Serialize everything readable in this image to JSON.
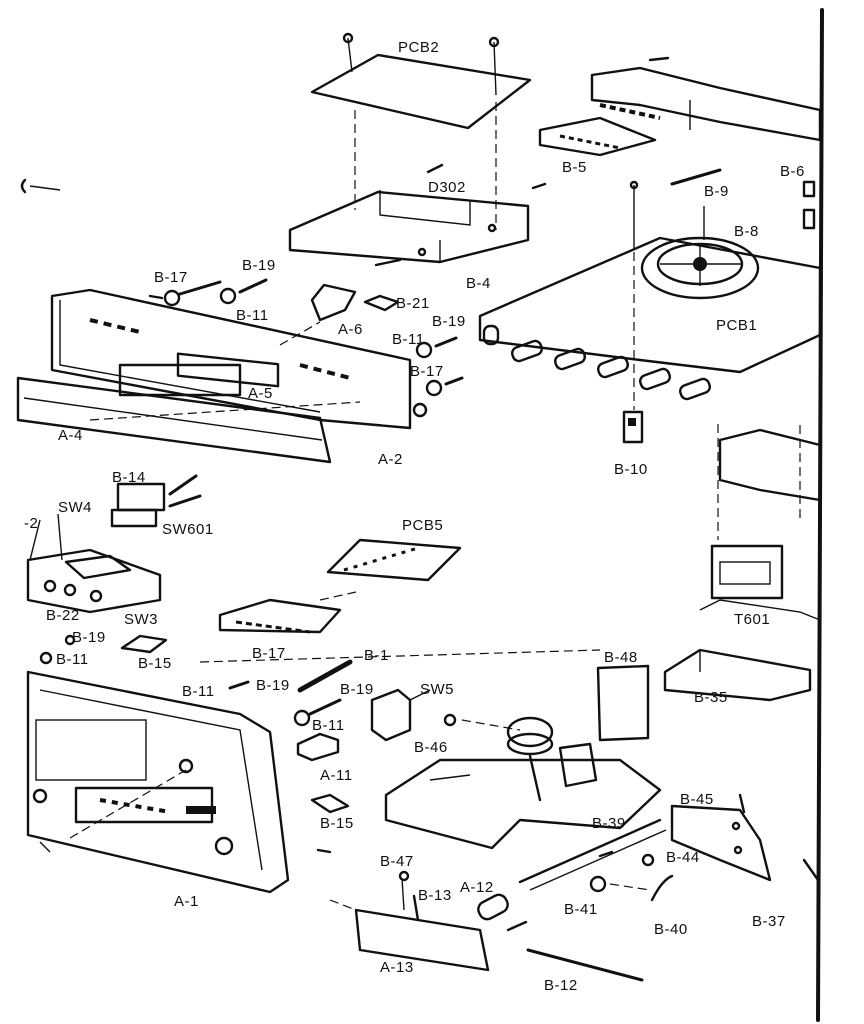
{
  "diagram": {
    "labels": [
      {
        "id": "pcb2",
        "text": "PCB2"
      },
      {
        "id": "b5",
        "text": "B-5"
      },
      {
        "id": "b6",
        "text": "B-6"
      },
      {
        "id": "d302",
        "text": "D302"
      },
      {
        "id": "b9",
        "text": "B-9"
      },
      {
        "id": "b8",
        "text": "B-8"
      },
      {
        "id": "b4",
        "text": "B-4"
      },
      {
        "id": "b17a",
        "text": "B-17"
      },
      {
        "id": "b19a",
        "text": "B-19"
      },
      {
        "id": "b21",
        "text": "B-21"
      },
      {
        "id": "b11a",
        "text": "B-11"
      },
      {
        "id": "a6",
        "text": "A-6"
      },
      {
        "id": "b19b",
        "text": "B-19"
      },
      {
        "id": "pcb1",
        "text": "PCB1"
      },
      {
        "id": "b11b",
        "text": "B-11"
      },
      {
        "id": "b17b",
        "text": "B-17"
      },
      {
        "id": "a5",
        "text": "A-5"
      },
      {
        "id": "a4",
        "text": "A-4"
      },
      {
        "id": "a2",
        "text": "A-2"
      },
      {
        "id": "b10",
        "text": "B-10"
      },
      {
        "id": "b14",
        "text": "B-14"
      },
      {
        "id": "sw4",
        "text": "SW4"
      },
      {
        "id": "sw601",
        "text": "SW601"
      },
      {
        "id": "m2",
        "text": "-2"
      },
      {
        "id": "pcb5",
        "text": "PCB5"
      },
      {
        "id": "b22",
        "text": "B-22"
      },
      {
        "id": "sw3",
        "text": "SW3"
      },
      {
        "id": "b19c",
        "text": "B-19"
      },
      {
        "id": "b11c",
        "text": "B-11"
      },
      {
        "id": "b15a",
        "text": "B-15"
      },
      {
        "id": "b17c",
        "text": "B-17"
      },
      {
        "id": "t601",
        "text": "T601"
      },
      {
        "id": "b1",
        "text": "B-1"
      },
      {
        "id": "b48",
        "text": "B-48"
      },
      {
        "id": "b11d",
        "text": "B-11"
      },
      {
        "id": "b19d",
        "text": "B-19"
      },
      {
        "id": "b19e",
        "text": "B-19"
      },
      {
        "id": "sw5",
        "text": "SW5"
      },
      {
        "id": "b35",
        "text": "B-35"
      },
      {
        "id": "b11e",
        "text": "B-11"
      },
      {
        "id": "b46",
        "text": "B-46"
      },
      {
        "id": "a11",
        "text": "A-11"
      },
      {
        "id": "b45",
        "text": "B-45"
      },
      {
        "id": "b39",
        "text": "B-39"
      },
      {
        "id": "b15b",
        "text": "B-15"
      },
      {
        "id": "b44",
        "text": "B-44"
      },
      {
        "id": "b47",
        "text": "B-47"
      },
      {
        "id": "a12",
        "text": "A-12"
      },
      {
        "id": "a1",
        "text": "A-1"
      },
      {
        "id": "b13",
        "text": "B-13"
      },
      {
        "id": "b41",
        "text": "B-41"
      },
      {
        "id": "b40",
        "text": "B-40"
      },
      {
        "id": "b37",
        "text": "B-37"
      },
      {
        "id": "a13",
        "text": "A-13"
      },
      {
        "id": "b12",
        "text": "B-12"
      }
    ]
  }
}
